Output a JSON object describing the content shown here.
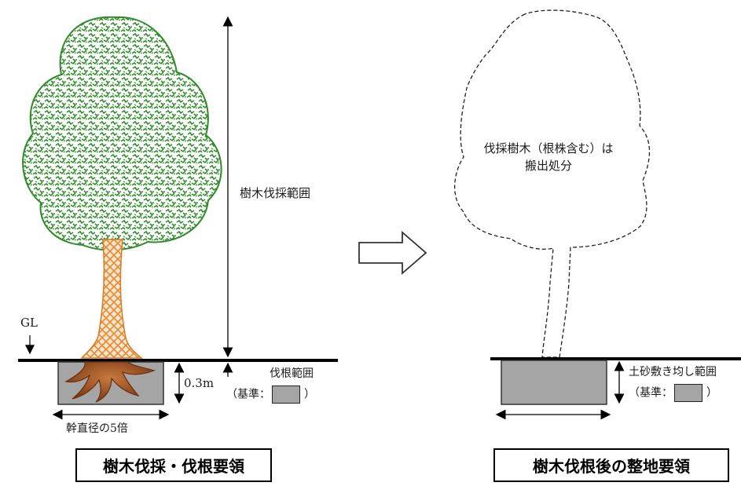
{
  "left": {
    "height_label": "樹木伐採範囲",
    "gl_label": "GL",
    "root_depth_label": "0.3m",
    "root_range_label": "伐根範囲",
    "root_range_legend": "（基準：",
    "root_range_legend_end": "）",
    "width_label": "幹直径の5倍",
    "title": "樹木伐採・伐根要領"
  },
  "right": {
    "note_line1": "伐採樹木（根株含む）は",
    "note_line2": "搬出処分",
    "fill_label": "土砂敷き均し範囲",
    "fill_legend": "（基準：",
    "fill_legend_end": "）",
    "title": "樹木伐根後の整地要領"
  },
  "colors": {
    "foliage": "#2f8b2a",
    "trunk": "#e08a3a",
    "fill_area": "#a6a5a5",
    "ground": "#000000"
  },
  "icons": {
    "transition": "hollow-right-arrow"
  }
}
